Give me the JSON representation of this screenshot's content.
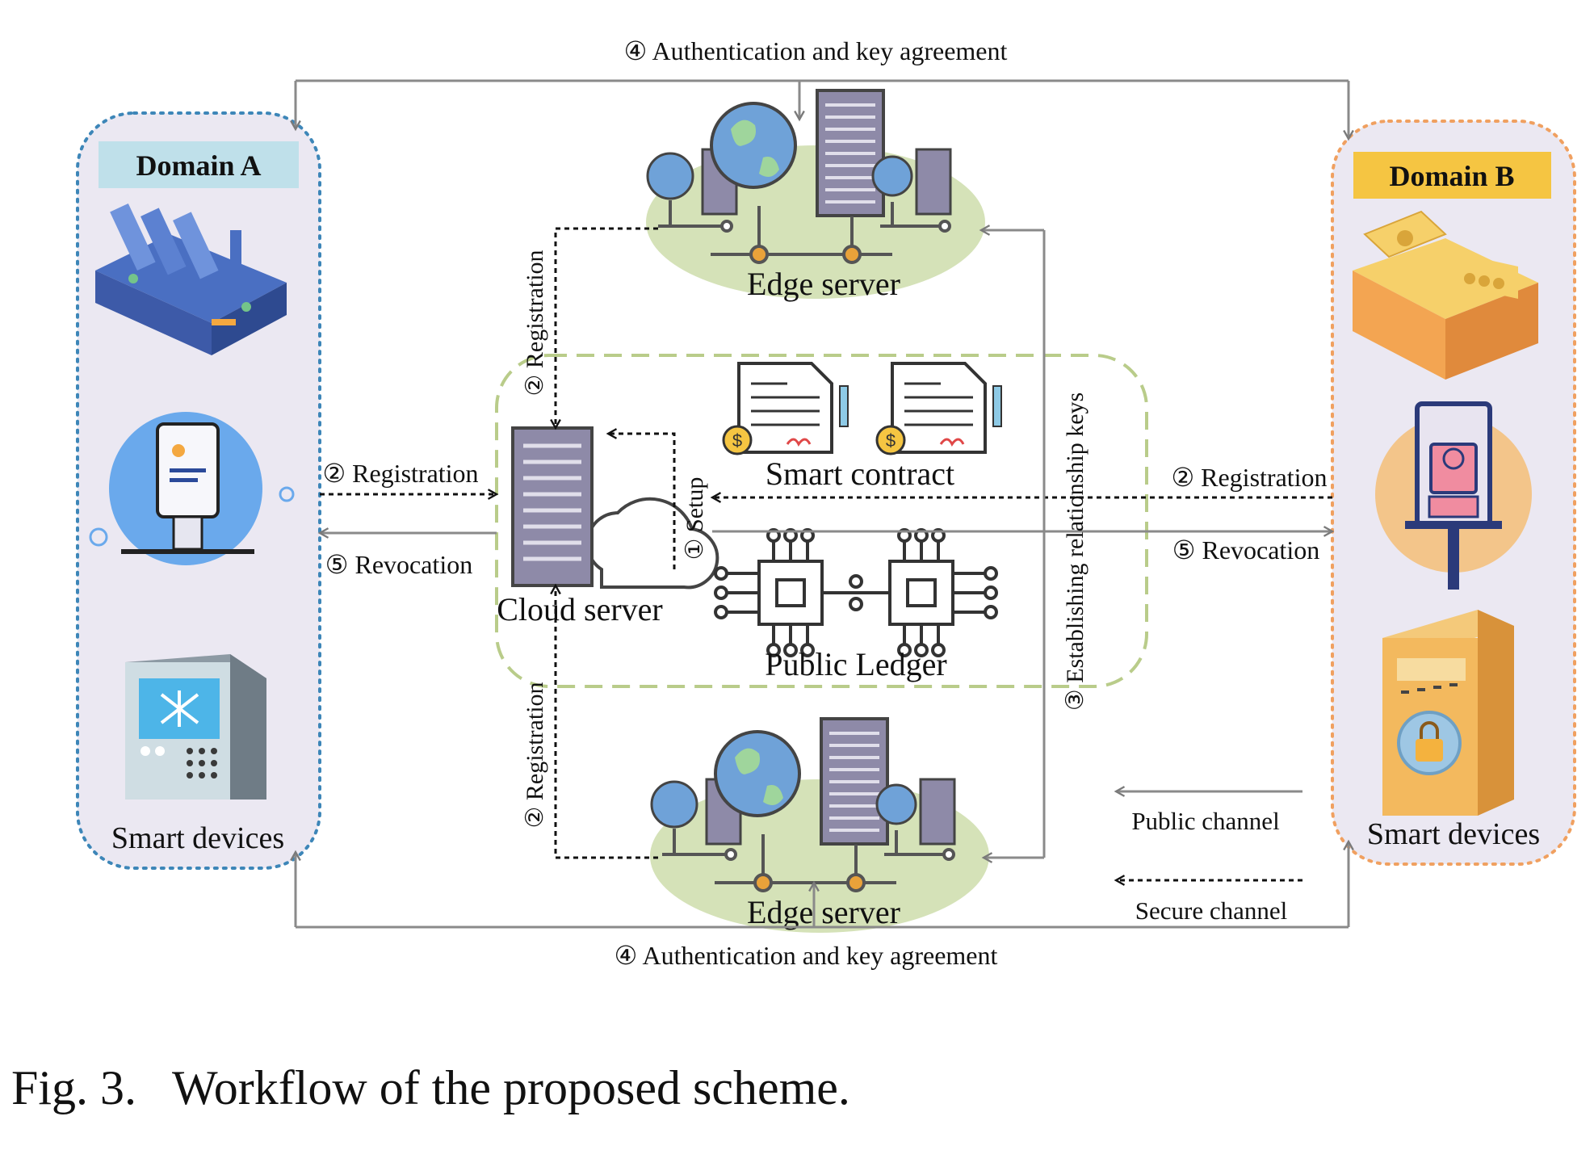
{
  "domain_a": {
    "title": "Domain A",
    "devices_label": "Smart devices"
  },
  "domain_b": {
    "title": "Domain B",
    "devices_label": "Smart devices"
  },
  "edge_top": {
    "label": "Edge server"
  },
  "edge_bottom": {
    "label": "Edge server"
  },
  "cloud": {
    "label": "Cloud server"
  },
  "smart_contract": {
    "label": "Smart contract"
  },
  "public_ledger": {
    "label": "Public Ledger"
  },
  "steps": {
    "auth_top": "④ Authentication and key agreement",
    "auth_bottom": "④ Authentication and key agreement",
    "reg_left": "② Registration",
    "revoc_left": "⑤ Revocation",
    "reg_right": "② Registration",
    "revoc_right": "⑤ Revocation",
    "reg_top_vertical": "② Registration",
    "reg_bottom_vertical": "② Registration",
    "setup": "① Setup",
    "establish": "③ Establishing relationship keys"
  },
  "legend": {
    "public": "Public channel",
    "secure": "Secure channel"
  },
  "caption": "Fig. 3.   Workflow of the proposed scheme.",
  "colors": {
    "domain_a_border": "#3d86b8",
    "domain_a_title_bg": "#bfe0ea",
    "domain_b_border": "#f0a060",
    "domain_b_title_bg": "#f5c542",
    "domain_bg": "#ebe8f2",
    "ledger_border": "#b9cc8a",
    "edge_ellipse": "#d5e2b8",
    "server_body": "#8e8aa8",
    "globe": "#6fa2d8",
    "arrow_solid": "#8a8a8a"
  }
}
